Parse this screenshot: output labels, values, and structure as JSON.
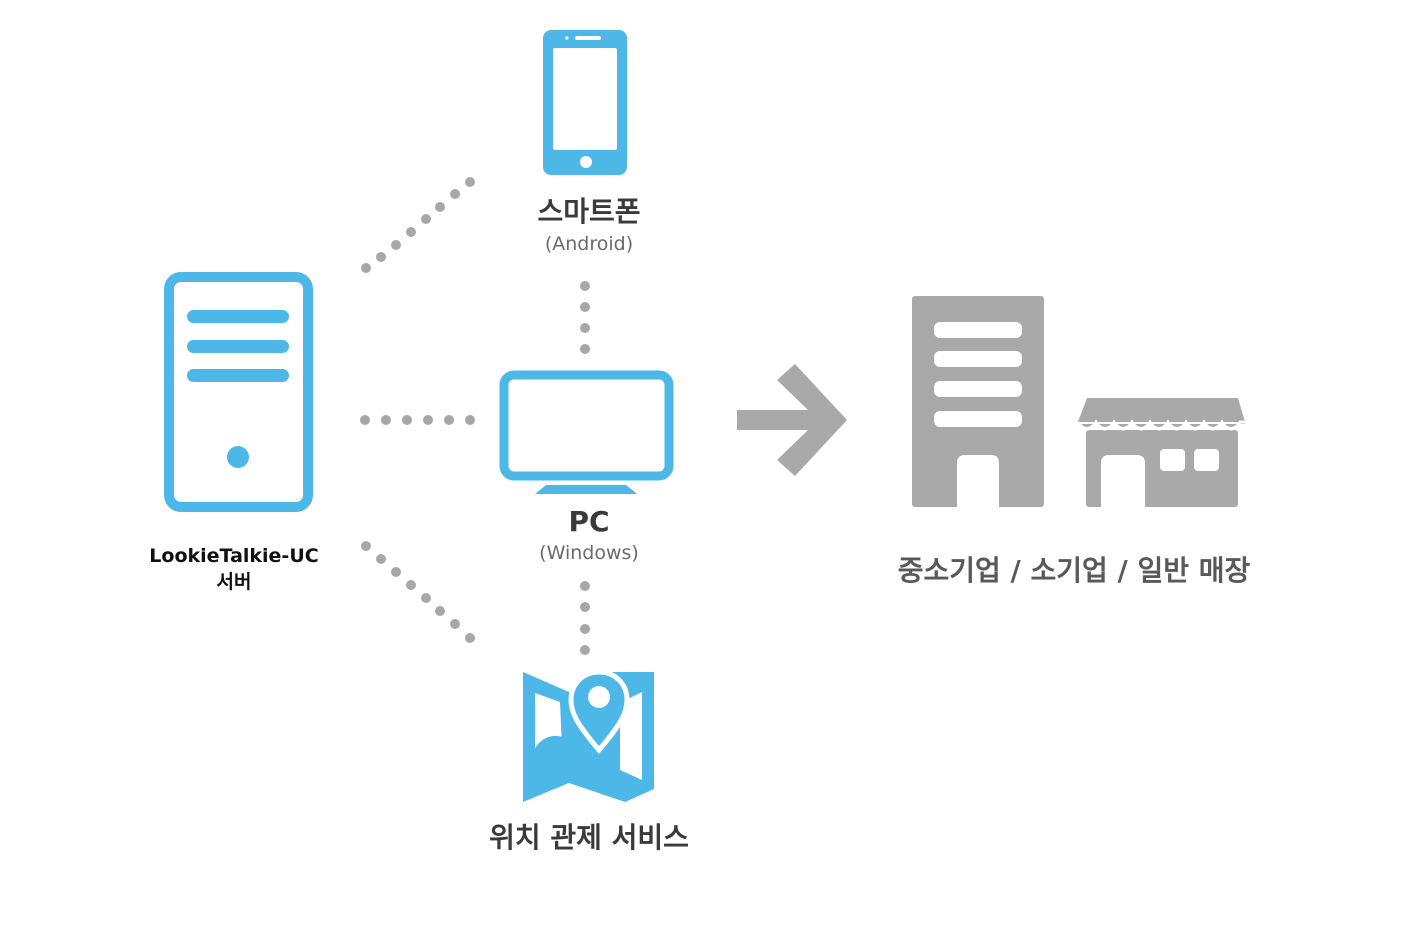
{
  "colors": {
    "device_blue": "#4db8e8",
    "target_gray": "#a9a9a9",
    "dot_gray": "#a7a7a7"
  },
  "server": {
    "name": "LookieTalkie-UC",
    "role": "서버",
    "icon": "server-tower-icon"
  },
  "clients": [
    {
      "id": "smartphone",
      "label": "스마트폰",
      "sublabel": "(Android)",
      "icon": "smartphone-icon"
    },
    {
      "id": "pc",
      "label": "PC",
      "sublabel": "(Windows)",
      "icon": "monitor-icon"
    },
    {
      "id": "location",
      "label": "위치 관제 서비스",
      "icon": "map-pin-icon"
    }
  ],
  "arrow_icon": "right-arrow-icon",
  "target": {
    "label": "중소기업 / 소기업 / 일반 매장",
    "icons": [
      "office-building-icon",
      "storefront-icon"
    ]
  }
}
